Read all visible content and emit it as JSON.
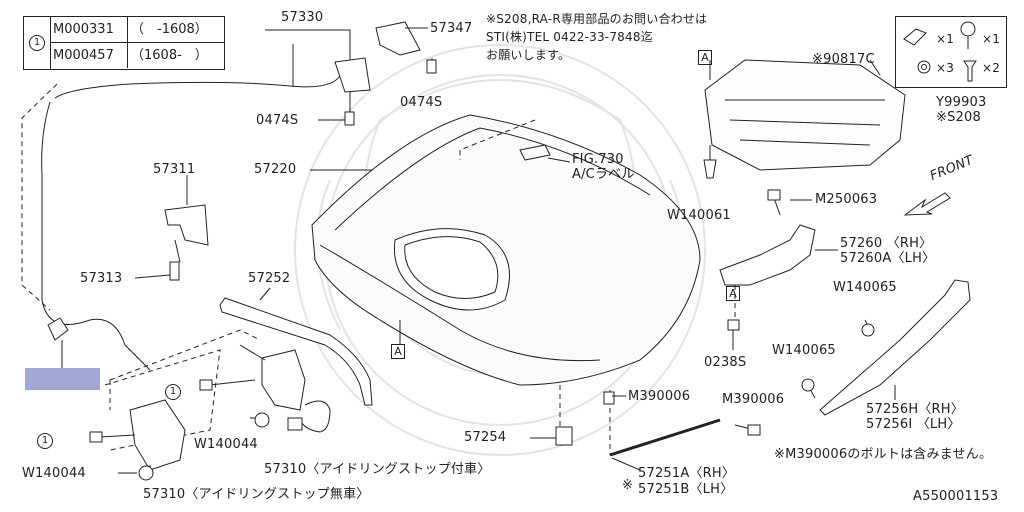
{
  "legend": {
    "marker": "1",
    "rows": [
      {
        "code": "M000331",
        "range": "（　-1608）"
      },
      {
        "code": "M000457",
        "range": "（1608-　）"
      }
    ]
  },
  "note_top": {
    "line1": "※S208,RA-R専用部品のお問い合わせは",
    "line2": "STI(株)TEL 0422-33-7848迄",
    "line3": "お願いします。"
  },
  "hardware_box": {
    "qty_clip": "×1",
    "qty_screw": "×1",
    "qty_nut": "×3",
    "qty_pin": "×2"
  },
  "parts": {
    "p57330": "57330",
    "p57347": "57347",
    "p0474s_a": "0474S",
    "p0474s_b": "0474S",
    "p90817c": "※90817C",
    "y99903": "Y99903",
    "s208": "※S208",
    "p57220": "57220",
    "fig730": "FIG.730",
    "ac_label": "A/Cラベル",
    "p57311": "57311",
    "p57313": "57313",
    "w140061": "W140061",
    "m250063": "M250063",
    "front": "FRONT",
    "p57260rh": "57260 〈RH〉",
    "p57260lh": "57260A〈LH〉",
    "p57252": "57252",
    "w140065a": "W140065",
    "w140065b": "W140065",
    "p0238s": "0238S",
    "m390006a": "M390006",
    "m390006b": "M390006",
    "w140044a": "W140044",
    "w140044b": "W140044",
    "p57310a": "57310〈アイドリングストップ付車〉",
    "p57310b": "57310〈アイドリングストップ無車〉",
    "p57254": "57254",
    "p57251rh": "57251A〈RH〉",
    "p57251lh": "57251B〈LH〉",
    "asterisk": "※",
    "p57256rh": "57256H〈RH〉",
    "p57256lh": "57256I 〈LH〉",
    "bolt_note": "※M390006のボルトは含みません。",
    "diagram_id": "A550001153",
    "ref_a": "A",
    "circle_one": "1"
  },
  "colors": {
    "highlight": "#a3a7d6",
    "line": "#222222",
    "watermark": "#e3e3e3"
  }
}
